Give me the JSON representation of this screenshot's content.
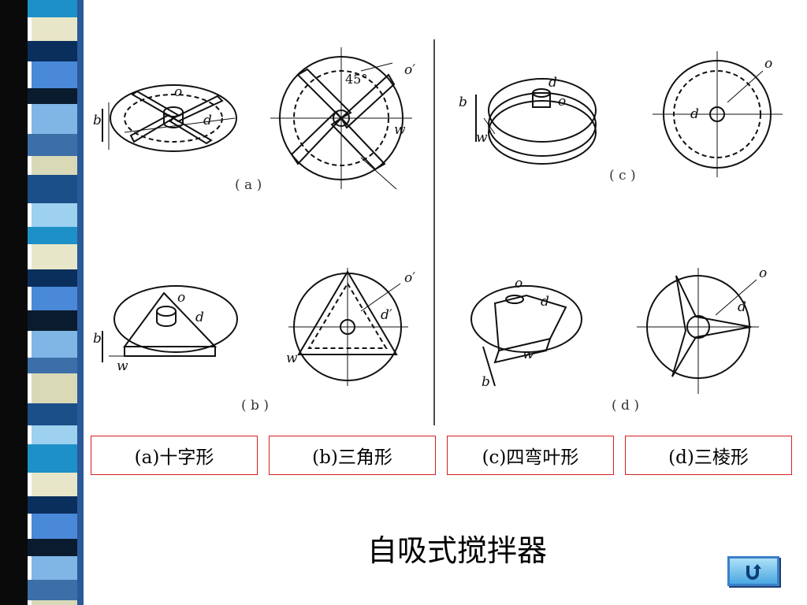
{
  "diagram": {
    "panels": [
      {
        "caption": "( a )",
        "labels": {
          "o": "o",
          "d": "d",
          "b": "b",
          "o_prime": "o′",
          "angle": "45°",
          "w": "w"
        }
      },
      {
        "caption": "( b )",
        "labels": {
          "o": "o",
          "d": "d",
          "b": "b",
          "w": "w",
          "o_prime": "o′",
          "d_prime": "d′"
        }
      },
      {
        "caption": "( c )",
        "labels": {
          "o": "o",
          "d": "d",
          "b": "b",
          "w": "w"
        }
      },
      {
        "caption": "( d )",
        "labels": {
          "o": "o",
          "d": "d",
          "b": "b",
          "w": "w"
        }
      }
    ]
  },
  "labels": [
    {
      "text": "(a)十字形"
    },
    {
      "text": "(b)三角形"
    },
    {
      "text": "(c)四弯叶形"
    },
    {
      "text": "(d)三棱形"
    }
  ],
  "title": "自吸式搅拌器",
  "nav": {
    "return_icon": "u-turn-return-icon"
  },
  "colors": {
    "label_border": "#d42020",
    "button_fill": "#4aa8e0"
  }
}
